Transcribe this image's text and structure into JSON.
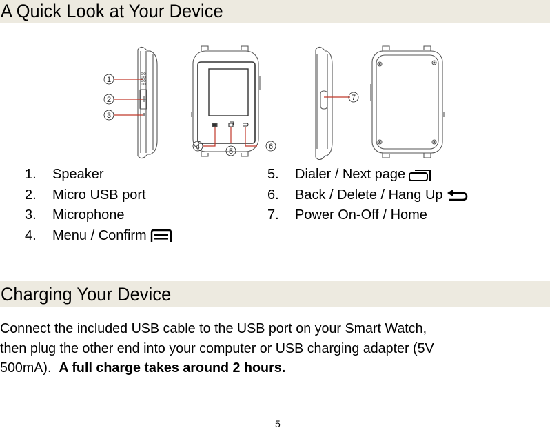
{
  "sections": [
    {
      "title": "A Quick Look at Your Device",
      "diagram": {
        "callouts": [
          "1",
          "2",
          "3",
          "4",
          "5",
          "6",
          "7"
        ],
        "views": [
          "side-view-left",
          "front-view",
          "side-view-right",
          "back-view"
        ],
        "callout_line_color": "#c0392b"
      },
      "legend_left": [
        {
          "num": "1.",
          "label": "Speaker"
        },
        {
          "num": "2.",
          "label": "Micro USB port"
        },
        {
          "num": "3.",
          "label": "Microphone"
        },
        {
          "num": "4.",
          "label": "Menu / Confirm",
          "icon": "menu-icon"
        }
      ],
      "legend_right": [
        {
          "num": "5.",
          "label": "Dialer / Next page",
          "icon": "next-page-icon"
        },
        {
          "num": "6.",
          "label": "Back / Delete / Hang Up",
          "icon": "back-arrow-icon"
        },
        {
          "num": "7.",
          "label": "Power On-Off / Home"
        }
      ]
    },
    {
      "title": "Charging Your Device",
      "body": {
        "line1": "Connect the included USB cable to the USB port on your Smart Watch,",
        "line2": "then plug the other end into your computer or USB charging adapter (5V",
        "line3_plain": "500mA).  ",
        "line3_bold": "A full charge takes around 2 hours."
      }
    }
  ],
  "colors": {
    "section_bar": "#edeae0",
    "text": "#000000",
    "callout_line": "#c0392b"
  },
  "page_number": "5"
}
